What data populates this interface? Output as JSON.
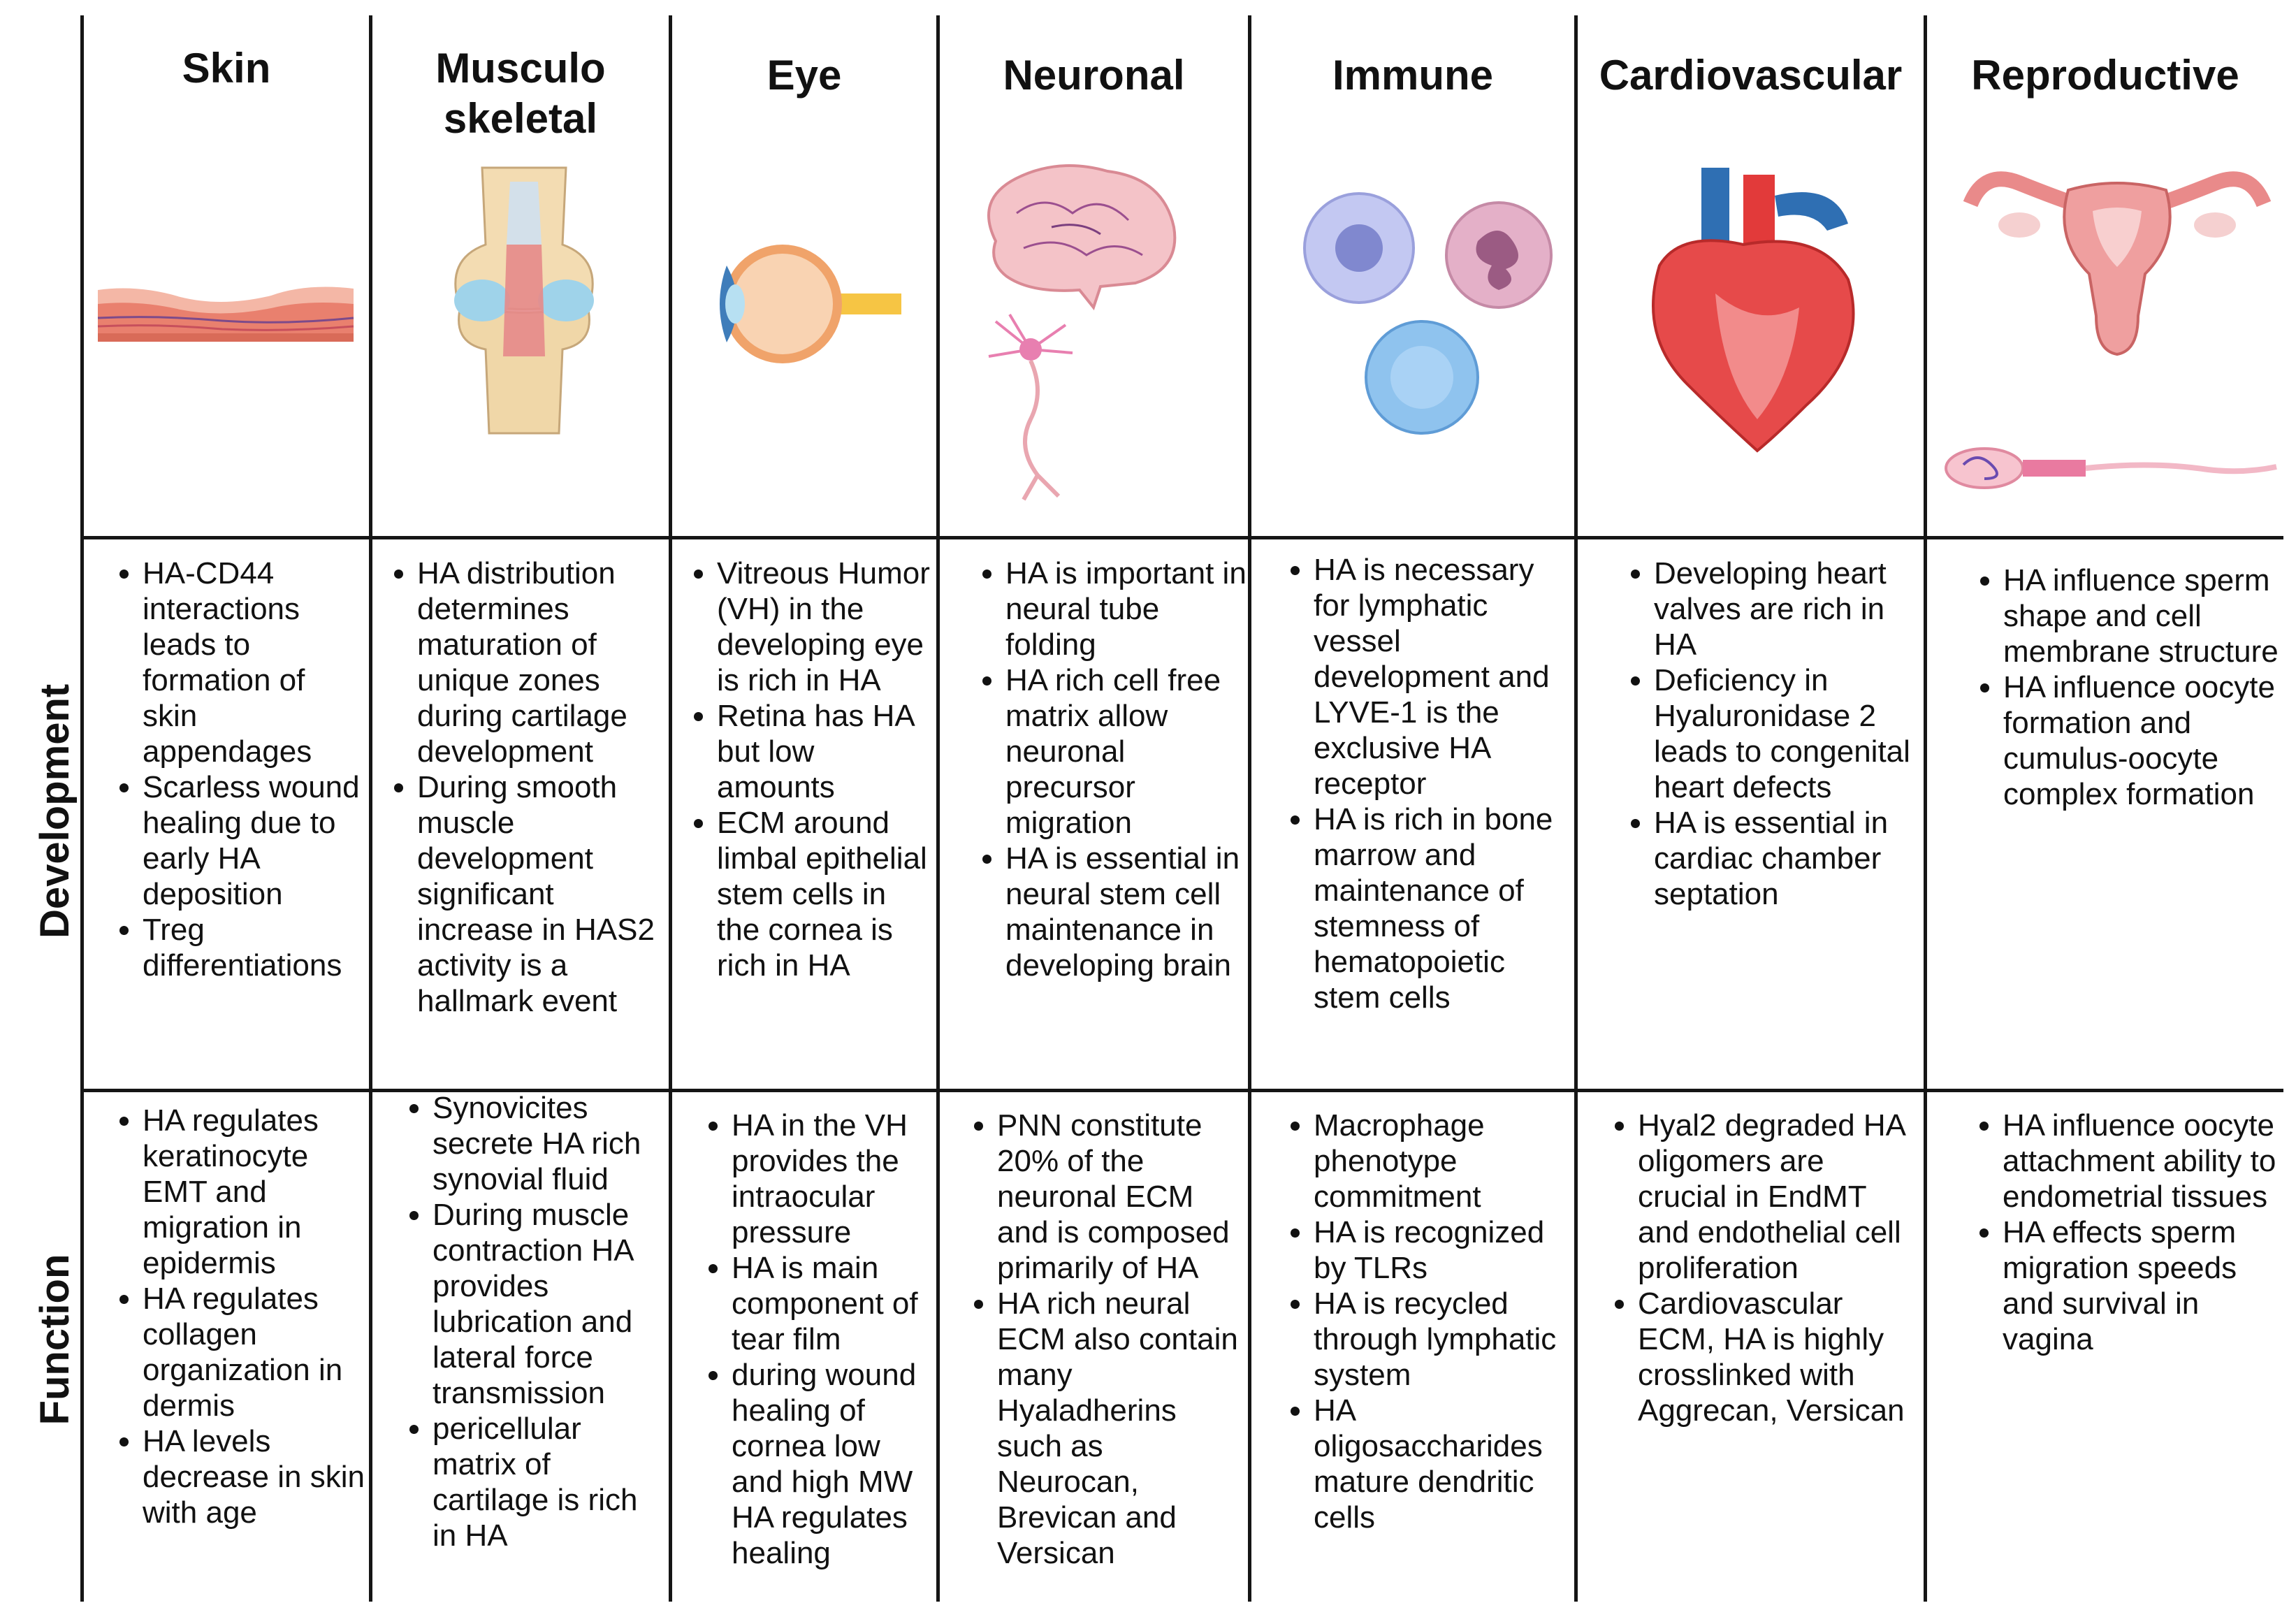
{
  "columns": [
    {
      "key": "skin",
      "title": "Skin"
    },
    {
      "key": "musculo",
      "title": "Musculo\nskeletal"
    },
    {
      "key": "eye",
      "title": "Eye"
    },
    {
      "key": "neuronal",
      "title": "Neuronal"
    },
    {
      "key": "immune",
      "title": "Immune"
    },
    {
      "key": "cardio",
      "title": "Cardiovascular"
    },
    {
      "key": "repro",
      "title": "Reproductive"
    }
  ],
  "rows": {
    "development": "Development",
    "function": "Function"
  },
  "development": [
    [
      "HA-CD44 interactions leads to formation of skin appendages",
      "Scarless wound healing due to early HA deposition",
      "Treg differentiations"
    ],
    [
      "HA distribution determines maturation of unique zones during cartilage development",
      " During smooth muscle development significant increase in HAS2 activity is a hallmark event"
    ],
    [
      "Vitreous Humor (VH) in the developing eye is rich in HA",
      "Retina has HA but low amounts",
      "ECM around limbal epithelial stem cells in the cornea is rich in HA"
    ],
    [
      "HA is important in neural tube folding",
      "HA rich cell free matrix allow neuronal precursor migration",
      "HA is essential in neural stem cell maintenance in developing brain"
    ],
    [
      "HA is necessary for lymphatic vessel development and LYVE-1 is the exclusive HA receptor",
      "HA is rich in bone marrow and maintenance of stemness of hematopoietic stem cells"
    ],
    [
      "Developing heart valves are rich in HA",
      "Deficiency in Hyaluronidase 2 leads to congenital heart defects",
      "HA is essential in cardiac chamber septation"
    ],
    [
      "HA influence sperm shape and cell membrane structure",
      "HA influence oocyte formation and cumulus-oocyte complex formation"
    ]
  ],
  "function": [
    [
      "HA regulates keratinocyte EMT and migration in epidermis",
      "HA regulates collagen organization in dermis",
      "HA levels decrease in skin with age"
    ],
    [
      "Synovicites secrete HA rich synovial fluid",
      "During  muscle contraction HA provides lubrication and lateral force transmission",
      "pericellular matrix of cartilage is rich in HA"
    ],
    [
      "HA in the VH provides the intraocular pressure",
      "HA is main component of tear film",
      "during wound healing of cornea low and high MW HA regulates healing"
    ],
    [
      "PNN constitute 20% of the neuronal ECM and is composed primarily of HA",
      "HA rich neural ECM also contain many Hyaladherins such as Neurocan, Brevican and Versican"
    ],
    [
      "Macrophage phenotype commitment",
      "HA is recognized by TLRs",
      "HA is recycled through lymphatic system",
      "HA oligosaccharides mature dendritic cells"
    ],
    [
      "Hyal2 degraded HA oligomers are crucial in EndMT and endothelial cell proliferation",
      "Cardiovascular ECM, HA is highly crosslinked with Aggrecan, Versican"
    ],
    [
      "HA influence oocyte attachment ability to endometrial tissues",
      "HA effects sperm migration speeds and survival in vagina"
    ]
  ],
  "icons": [
    "skin-tissue-icon",
    "knee-joint-icon",
    "eyeball-icon",
    "brain-icon",
    "neuron-icon",
    "immune-cells-icon",
    "heart-icon",
    "uterus-icon",
    "sperm-icon"
  ]
}
